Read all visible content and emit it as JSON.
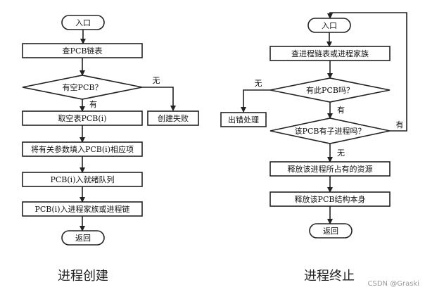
{
  "creation": {
    "title": "进程创建",
    "entry": "入口",
    "step_lookup": "查PCB链表",
    "decision_free": "有空PCB？",
    "branch_no": "无",
    "branch_yes": "有",
    "fail": "创建失败",
    "step_take": "取空表PCB(i)",
    "step_fill": "将有关参数填入PCB(i)相应项",
    "step_ready": "PCB(i)入就绪队列",
    "step_family": "PCB(i)入进程家族或进程链",
    "exit": "返回"
  },
  "termination": {
    "title": "进程终止",
    "entry": "入口",
    "step_lookup": "查进程链表或进程家族",
    "decision_exists": "有此PCB吗？",
    "branch_no": "无",
    "branch_yes": "有",
    "error": "出错处理",
    "decision_child": "该PCB有子进程吗？",
    "child_yes": "有",
    "child_no": "无",
    "step_release": "释放该进程所占有的资源",
    "step_release_pcb": "释放该PCB结构本身",
    "exit": "返回"
  },
  "watermark": "CSDN @Graski"
}
